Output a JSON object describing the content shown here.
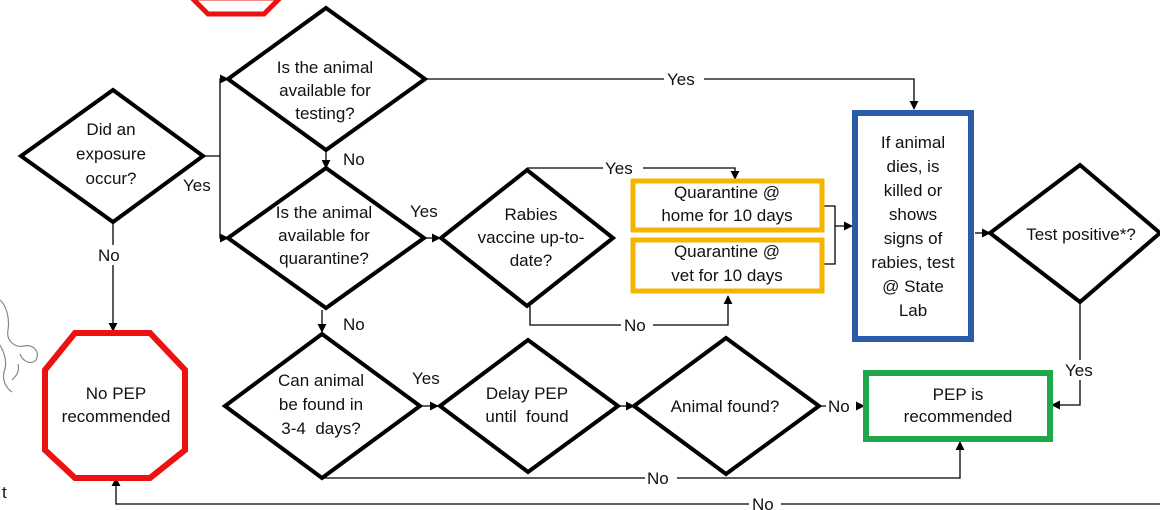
{
  "colors": {
    "stop": "#ee1111",
    "quarantine": "#f5b400",
    "lab": "#2a5ba8",
    "pep": "#1ea84b",
    "line": "#000000"
  },
  "nodes": {
    "did_exposure": "Did an|exposure|occur?",
    "available_testing": "Is the animal|available for|testing?",
    "available_quarantine": "Is the animal|available for|quarantine?",
    "found_days": "Can animal|be found in|3-4  days?",
    "vaccine": "Rabies|vaccine up-to-|date?",
    "q_home": "Quarantine @|home for 10 days",
    "q_vet": "Quarantine @|vet for 10 days",
    "lab": "If animal|dies, is|killed or|shows|signs of|rabies, test|@ State|Lab",
    "test_positive": "Test positive*?",
    "delay_pep": "Delay PEP|until  found",
    "animal_found": "Animal found?",
    "pep_recommended": "PEP is|recommended",
    "no_pep": "No PEP|recommended",
    "stray_t": "t"
  },
  "edges": {
    "exposure_yes": "Yes",
    "exposure_no": "No",
    "testing_yes": "Yes",
    "testing_no": "No",
    "quarantine_yes": "Yes",
    "quarantine_no": "No",
    "vaccine_yes": "Yes",
    "vaccine_no": "No",
    "found_yes": "Yes",
    "found_no": "No",
    "animal_found_no": "No",
    "positive_yes": "Yes",
    "bottom_no": "No"
  }
}
